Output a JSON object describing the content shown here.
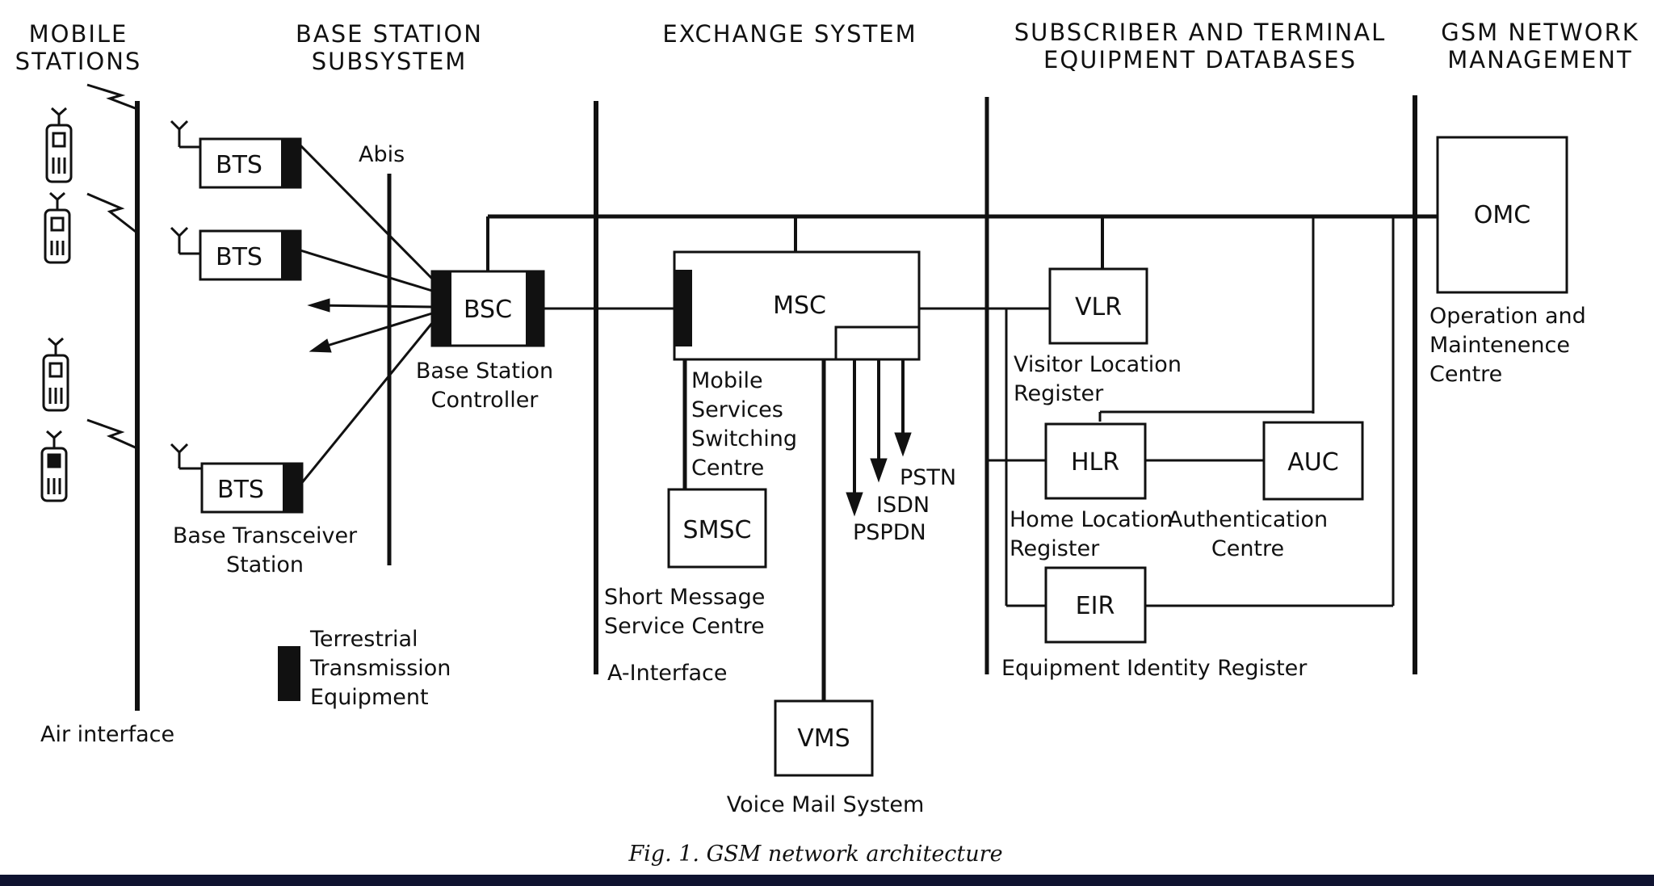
{
  "headers": {
    "mobile": [
      "MOBILE",
      "STATIONS"
    ],
    "bss": [
      "BASE STATION",
      "SUBSYSTEM"
    ],
    "exchange": [
      "EXCHANGE SYSTEM"
    ],
    "subscriber": [
      "SUBSCRIBER AND TERMINAL",
      "EQUIPMENT DATABASES"
    ],
    "gsm_mgmt": [
      "GSM NETWORK",
      "MANAGEMENT"
    ]
  },
  "nodes": {
    "bts1": "BTS",
    "bts2": "BTS",
    "bts3": "BTS",
    "bsc": "BSC",
    "msc": "MSC",
    "smsc": "SMSC",
    "vms": "VMS",
    "vlr": "VLR",
    "hlr": "HLR",
    "auc": "AUC",
    "eir": "EIR",
    "omc": "OMC"
  },
  "labels": {
    "abis": "Abis",
    "bts_desc": [
      "Base Transceiver",
      "Station"
    ],
    "bsc_desc": [
      "Base Station",
      "Controller"
    ],
    "msc_desc": [
      "Mobile",
      "Services",
      "Switching",
      "Centre"
    ],
    "smsc_desc": [
      "Short Message",
      "Service Centre"
    ],
    "a_interface": "A-Interface",
    "vms_desc": "Voice Mail System",
    "pstn": "PSTN",
    "isdn": "ISDN",
    "pspdn": "PSPDN",
    "vlr_desc": [
      "Visitor Location",
      "Register"
    ],
    "hlr_desc": [
      "Home Location",
      "Register"
    ],
    "auc_desc": [
      "Authentication",
      "Centre"
    ],
    "eir_desc": "Equipment Identity Register",
    "omc_desc": [
      "Operation and",
      "Maintenence",
      "Centre"
    ],
    "tte": [
      "Terrestrial",
      "Transmission",
      "Equipment"
    ],
    "air_interface": "Air interface"
  },
  "caption": "Fig. 1.  GSM network architecture"
}
